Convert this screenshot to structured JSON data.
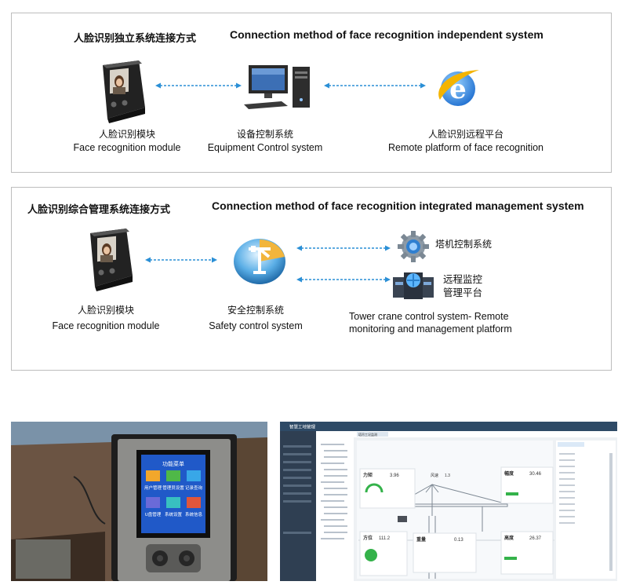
{
  "panel_a": {
    "title_cn": "人脸识别独立系统连接方式",
    "title_en": "Connection method of face recognition independent system",
    "nodes": [
      {
        "cn": "人脸识别模块",
        "en": "Face recognition module",
        "icon": "face-terminal-icon"
      },
      {
        "cn": "设备控制系统",
        "en": "Equipment Control system",
        "icon": "desktop-computer-icon"
      },
      {
        "cn": "人脸识别远程平台",
        "en": "Remote platform of face recognition",
        "icon": "internet-explorer-icon"
      }
    ]
  },
  "panel_b": {
    "title_cn": "人脸识别综合管理系统连接方式",
    "title_en": "Connection method of face recognition integrated management system",
    "nodes": [
      {
        "cn": "人脸识别模块",
        "en": "Face recognition module",
        "icon": "face-terminal-icon"
      },
      {
        "cn": "安全控制系统",
        "en": "Safety control system",
        "icon": "tower-crane-orb-icon"
      }
    ],
    "tower_label": "塔机控制系统",
    "remote_label_line1": "远程监控",
    "remote_label_line2": "管理平台",
    "bottom_en_line1": "Tower crane control system- Remote",
    "bottom_en_line2": "monitoring and management platform"
  },
  "colors": {
    "arrow": "#2a8fd6",
    "panel_border": "#bdbdbd",
    "dash_sidebar": "#2f3f52",
    "dash_header": "#2e4a66",
    "dash_accent": "#34b24a"
  },
  "device_screen": {
    "title": "功能菜单",
    "items": [
      "用户管理",
      "管理员设置",
      "记录查询",
      "U盘管理",
      "系统设置",
      "系统信息"
    ]
  },
  "dashboard": {
    "app_title": "智慧工地管理",
    "tab": "塔吊工况监测",
    "panels": [
      {
        "label": "力矩",
        "value": "3.96"
      },
      {
        "label": "幅度",
        "value": "30.46"
      },
      {
        "label": "方位",
        "value": "111.2"
      },
      {
        "label": "重量",
        "value": "0.13"
      },
      {
        "label": "高度",
        "value": "26.37"
      }
    ],
    "wind": {
      "label": "风速",
      "value": "1.3"
    }
  }
}
